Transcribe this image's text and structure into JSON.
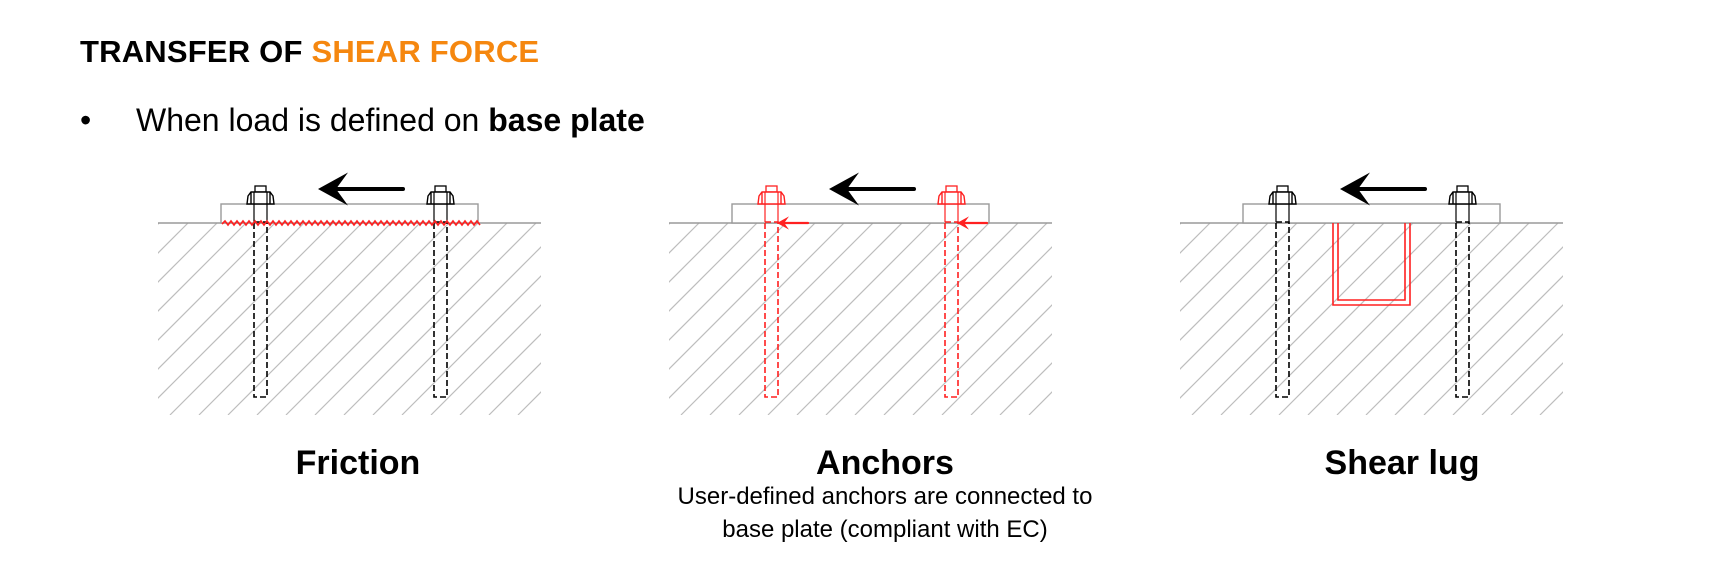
{
  "title": {
    "prefix": "TRANSFER OF ",
    "accent": "SHEAR FORCE",
    "accent_color": "#f5870f"
  },
  "bullet": {
    "symbol": "•",
    "text": "When load is defined on ",
    "bold": "base plate"
  },
  "diagrams": [
    {
      "label": "Friction",
      "highlight": "friction-interface"
    },
    {
      "label": "Anchors",
      "highlight": "anchors",
      "caption_line1": "User-defined anchors are connected to",
      "caption_line2": "base plate (compliant with EC)"
    },
    {
      "label": "Shear lug",
      "highlight": "shear-lug"
    }
  ],
  "colors": {
    "highlight": "#ff2020",
    "hatch": "#bdbdbd",
    "outline": "#9a9a9a"
  }
}
